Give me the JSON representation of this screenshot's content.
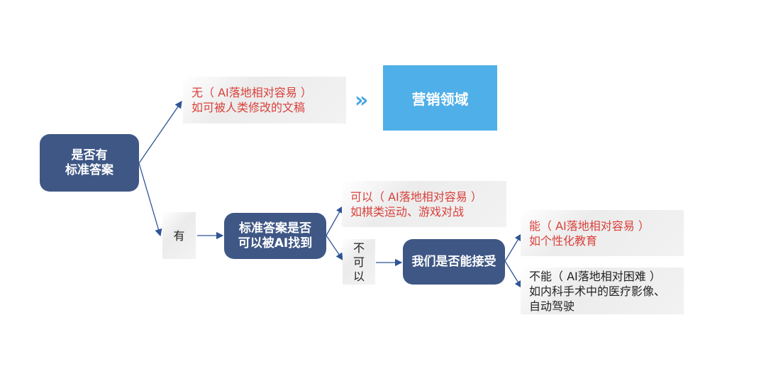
{
  "root": {
    "line1": "是否有",
    "line2": "标准答案"
  },
  "branch_no": {
    "line1": "无（ AI落地相对容易 ）",
    "line2": "如可被人类修改的文稿"
  },
  "arrow_to_domain": "»",
  "domain_box": {
    "label": "营销领域"
  },
  "branch_yes": {
    "label": "有"
  },
  "node2": {
    "line1": "标准答案是否",
    "line2": "可以被AI找到"
  },
  "node2_yes": {
    "line1": "可以（ AI落地相对容易 ）",
    "line2": "如棋类运动、游戏对战"
  },
  "node2_no": {
    "c1": "不",
    "c2": "可",
    "c3": "以"
  },
  "node3": {
    "label": "我们是否能接受"
  },
  "node3_yes": {
    "line1": "能（ AI落地相对容易 ）",
    "line2": "如个性化教育"
  },
  "node3_no": {
    "line1": "不能（ AI落地相对困难 ）",
    "line2": "如内科手术中的医疗影像、",
    "line3": "自动驾驶"
  },
  "colors": {
    "dark_node": "#3f5785",
    "accent_blue": "#4fafe8",
    "red_text": "#d9413b",
    "connector": "#2f5597"
  }
}
